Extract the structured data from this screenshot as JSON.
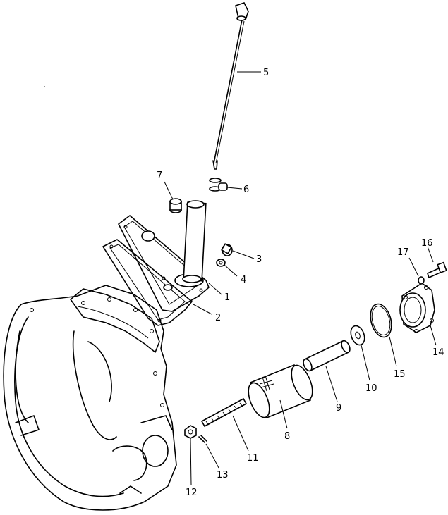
{
  "parts": [
    {
      "id": "p1",
      "label": "1"
    },
    {
      "id": "p2",
      "label": "2"
    },
    {
      "id": "p3",
      "label": "3"
    },
    {
      "id": "p4",
      "label": "4"
    },
    {
      "id": "p5",
      "label": "5"
    },
    {
      "id": "p6",
      "label": "6"
    },
    {
      "id": "p7",
      "label": "7"
    },
    {
      "id": "p8",
      "label": "8"
    },
    {
      "id": "p9",
      "label": "9"
    },
    {
      "id": "p10",
      "label": "10"
    },
    {
      "id": "p11",
      "label": "11"
    },
    {
      "id": "p12",
      "label": "12"
    },
    {
      "id": "p13",
      "label": "13"
    },
    {
      "id": "p14",
      "label": "14"
    },
    {
      "id": "p15",
      "label": "15"
    },
    {
      "id": "p16",
      "label": "16"
    },
    {
      "id": "p17",
      "label": "17"
    }
  ]
}
